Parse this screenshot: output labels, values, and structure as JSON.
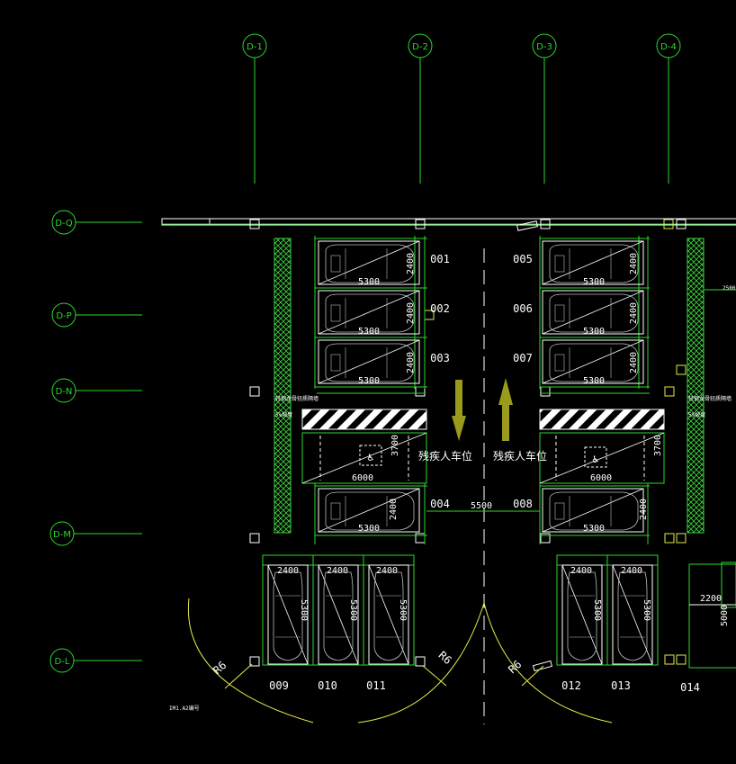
{
  "grid_axes": {
    "columns": [
      "D-1",
      "D-2",
      "D-3",
      "D-4"
    ],
    "rows": [
      "D-Q",
      "D-P",
      "D-N",
      "D-M",
      "D-L"
    ]
  },
  "parking_spaces": {
    "left": [
      "001",
      "002",
      "003"
    ],
    "left_bottom": "004",
    "right": [
      "005",
      "006",
      "007"
    ],
    "right_bottom": "008",
    "bottom_left": [
      "009",
      "010",
      "011"
    ],
    "bottom_right": [
      "012",
      "013"
    ],
    "bottom_far": "014"
  },
  "dimensions": {
    "space_width": "2400",
    "space_length": "5300",
    "accessible_length": "6000",
    "accessible_width": "3700",
    "aisle": "5500",
    "radius": "R6",
    "far_width": "2200",
    "far_length": "5000",
    "top_right": "2500"
  },
  "labels": {
    "accessible_left": "残疾人车位",
    "accessible_right": "残疾人车位",
    "note_left_1": "轻钢龙骨轻质隔墙",
    "note_left_2": "5%坡度",
    "note_right_1": "轻钢龙骨轻质隔墙",
    "note_right_2": "5%坡度",
    "note_bottom": "IM1.A2编号"
  },
  "colors": {
    "background": "#000000",
    "grid": "#2bd92b",
    "linework": "#ffffff",
    "hatch": "#3fd43f",
    "arrow": "#9a9a1c",
    "arc": "#e8e84a"
  }
}
